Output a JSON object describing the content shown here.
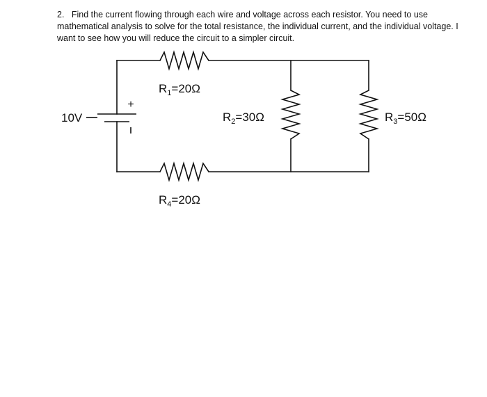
{
  "problem": {
    "number": "2.",
    "text": "Find the current flowing through each wire and voltage across each resistor. You need to use mathematical analysis to solve for the total resistance, the individual current, and the individual voltage. I want to see how you will reduce the circuit to a simpler circuit."
  },
  "circuit": {
    "source": {
      "label": "10V",
      "plus": "+",
      "minus": "–"
    },
    "resistors": [
      {
        "prefix": "R",
        "sub": "1",
        "value": "=20Ω"
      },
      {
        "prefix": "R",
        "sub": "2",
        "value": "=30Ω"
      },
      {
        "prefix": "R",
        "sub": "3",
        "value": "=50Ω"
      },
      {
        "prefix": "R",
        "sub": "4",
        "value": "=20Ω"
      }
    ]
  }
}
